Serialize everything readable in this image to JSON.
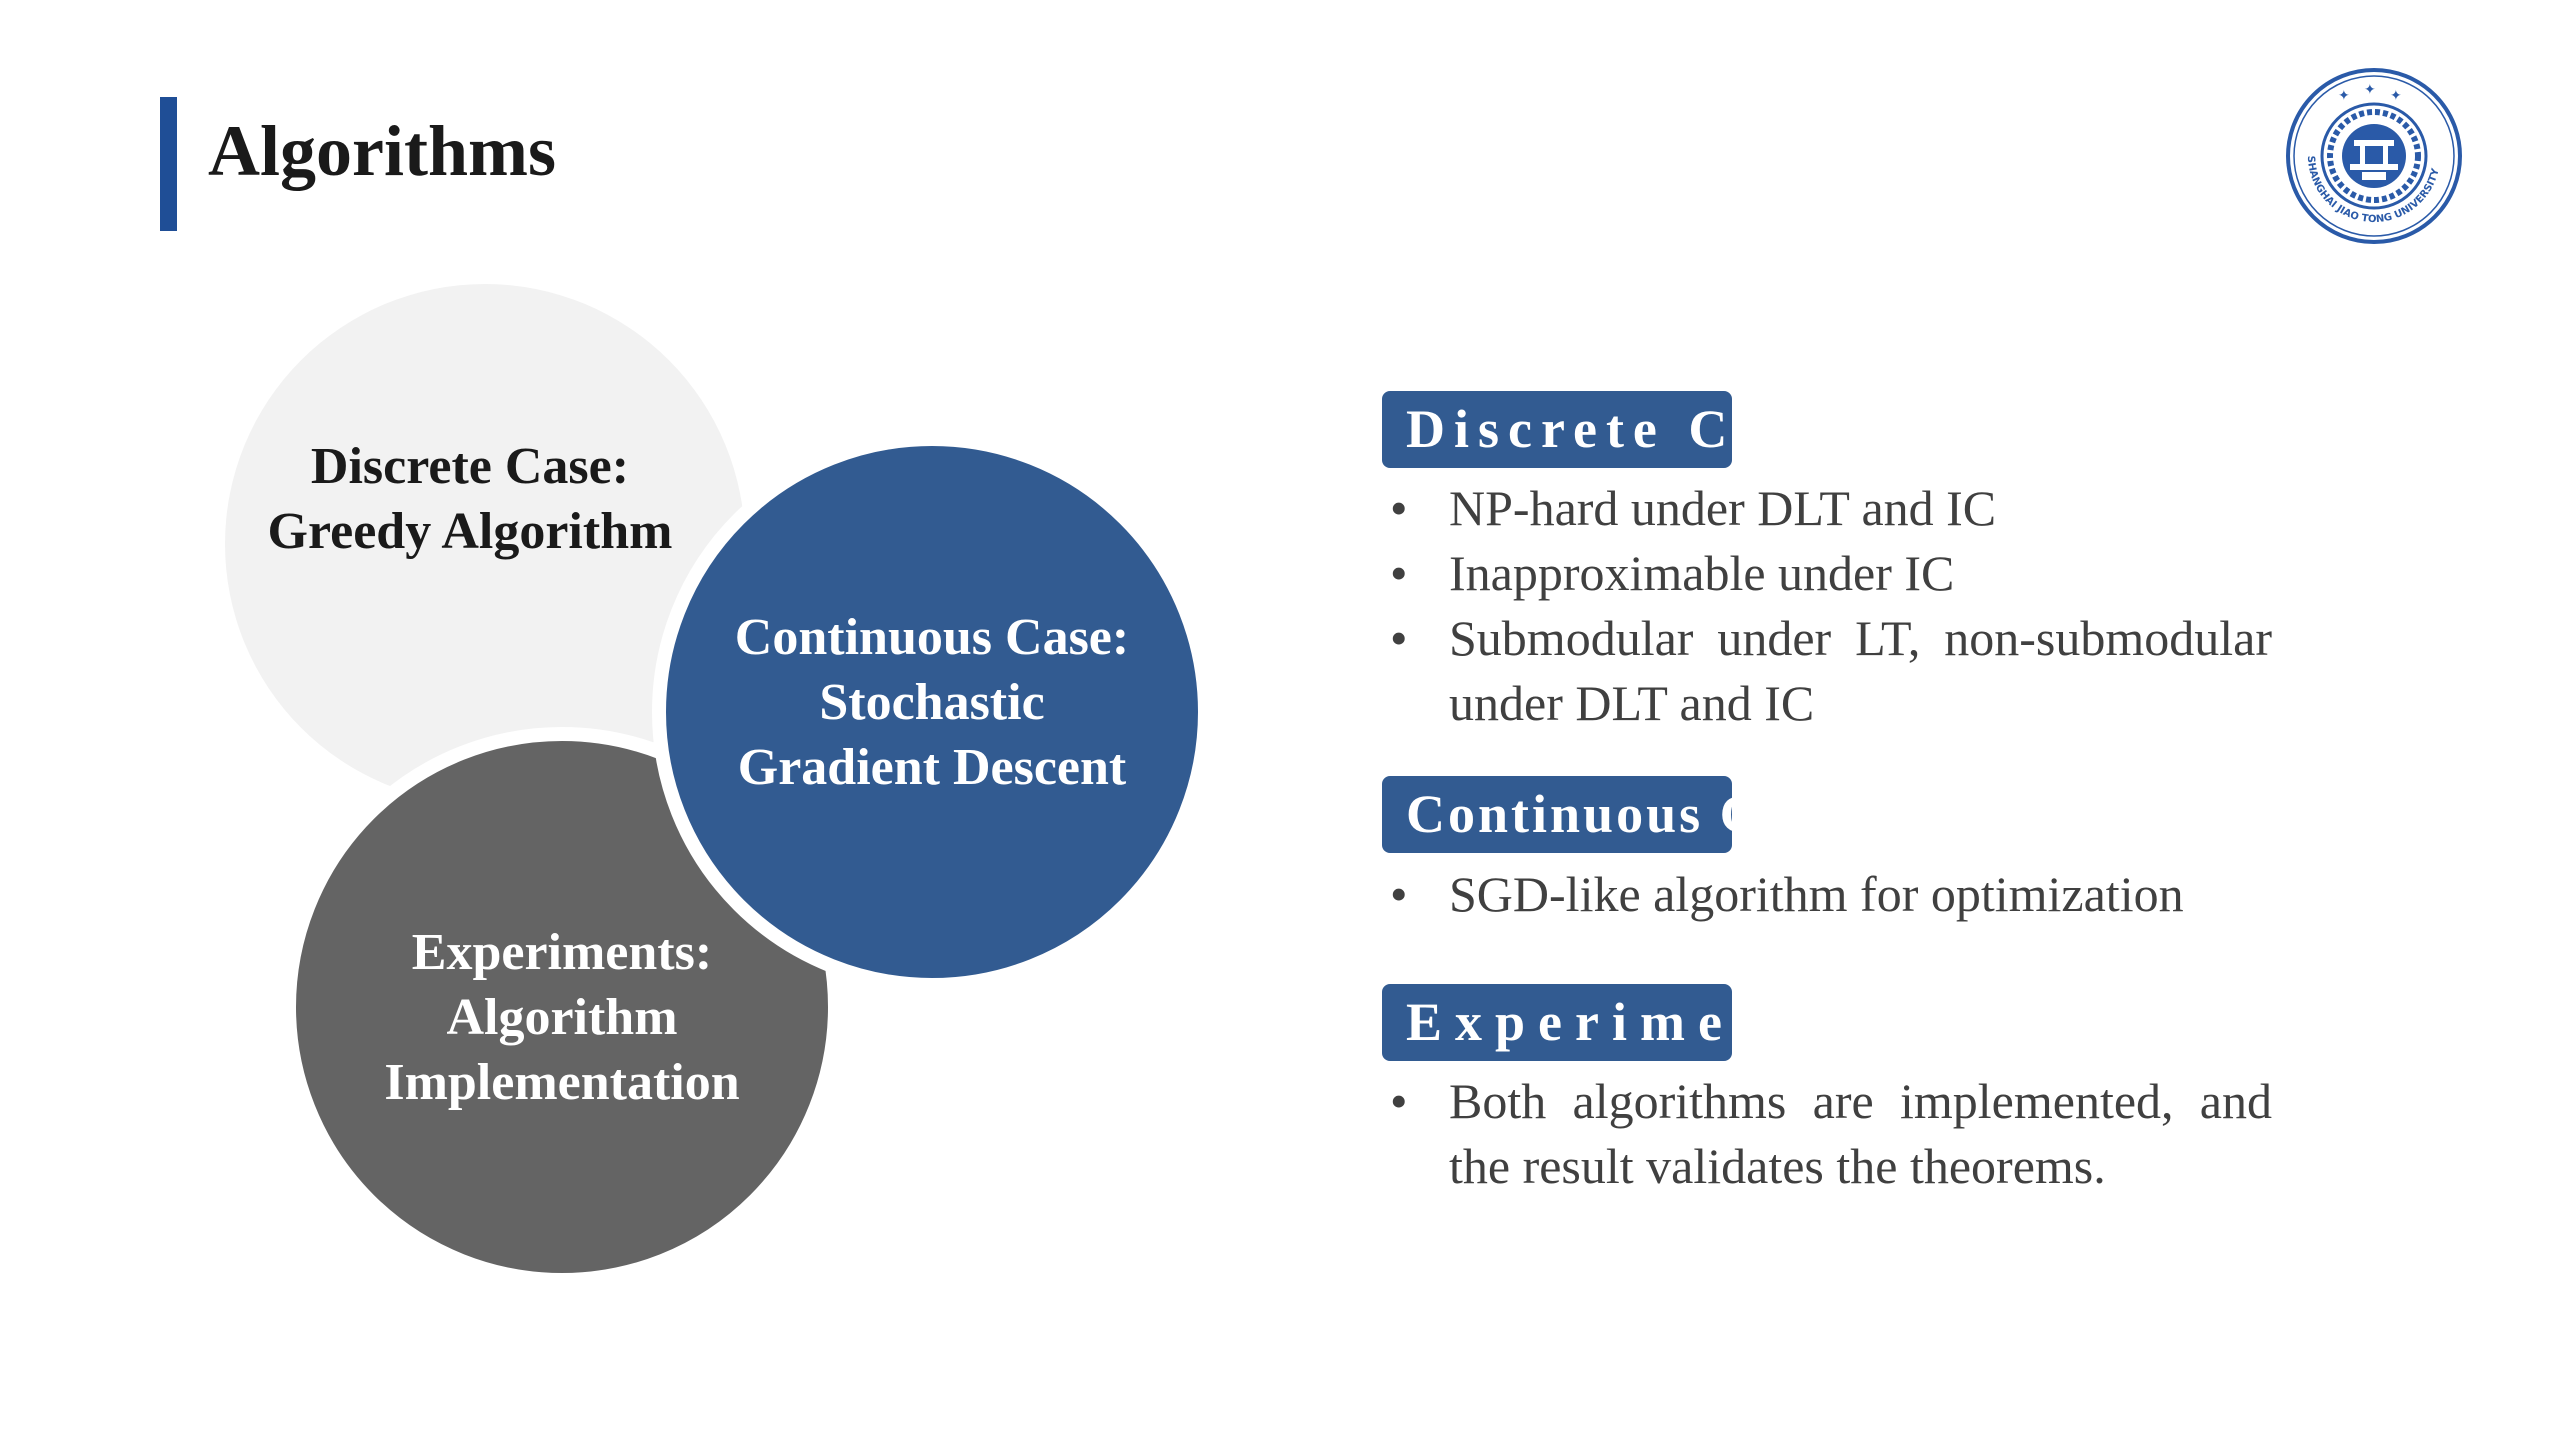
{
  "title": "Algorithms",
  "logo": {
    "icon": "university-seal-icon",
    "text": "SHANGHAI JIAO TONG UNIVERSITY"
  },
  "colors": {
    "accent_blue": "#325b91",
    "title_bar": "#1f4e96",
    "light_gray": "#f2f2f2",
    "dark_gray": "#646464",
    "body_text": "#404040"
  },
  "circles": {
    "discrete": {
      "line1": "Discrete Case:",
      "line2": "Greedy Algorithm"
    },
    "continuous": {
      "line1": "Continuous Case:",
      "line2": "Stochastic",
      "line3": "Gradient Descent"
    },
    "experiments": {
      "line1": "Experiments:",
      "line2": "Algorithm",
      "line3": "Implementation"
    }
  },
  "sections": {
    "discrete": {
      "heading": "Discrete Case",
      "bullets": [
        "NP-hard under DLT and IC",
        "Inapproximable under IC",
        "Submodular under LT, non-submodular under DLT and IC"
      ]
    },
    "continuous": {
      "heading": "Continuous Case",
      "bullets": [
        "SGD-like algorithm for optimization"
      ]
    },
    "experiments": {
      "heading": "Experiments",
      "bullets": [
        "Both algorithms are implemented, and the result validates the theorems."
      ]
    }
  },
  "bullet_symbol": "•"
}
